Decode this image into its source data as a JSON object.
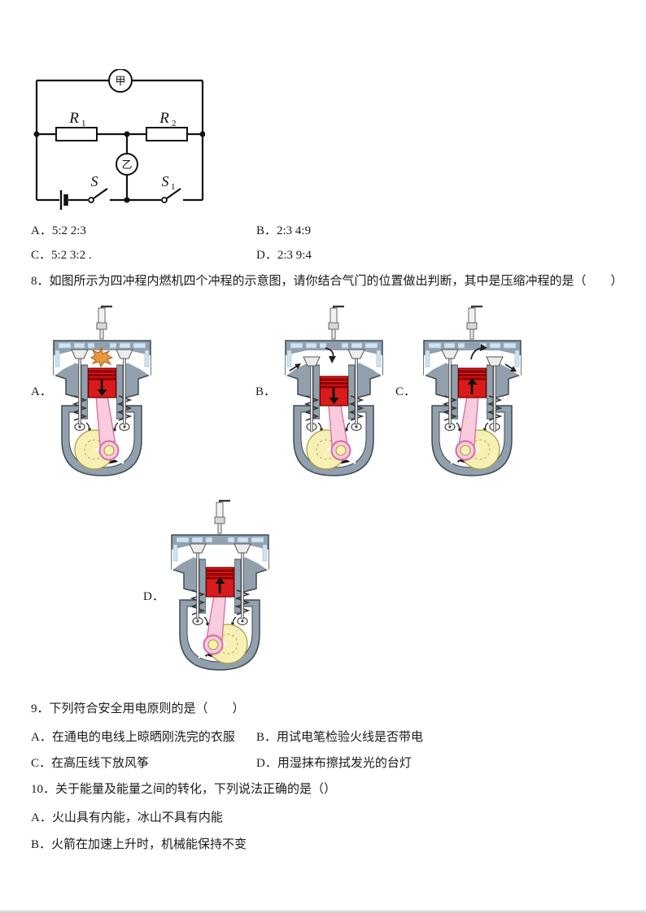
{
  "colors": {
    "page_bg": "#ffffff",
    "text": "#1a1a1a",
    "engine_gray": "#92a0ae",
    "engine_outline": "#3f4a54",
    "piston_red": "#da1b1b",
    "piston_ring_dark_red": "#8f0000",
    "rod_pink": "#f8cbdd",
    "rod_pink_outline": "#d873a8",
    "crank_yellow": "#f7f0b4",
    "coolant_blue": "#cfe4f2",
    "spark_orange": "#e8973f"
  },
  "question7": {
    "circuit": {
      "top_meter_label": "甲",
      "mid_meter_label": "乙",
      "resistor1_label": "R",
      "resistor1_sub": "1",
      "resistor2_label": "R",
      "resistor2_sub": "2",
      "switch_label": "S",
      "switch1_label": "S",
      "switch1_sub": "1"
    },
    "options": [
      {
        "label": "A．",
        "text": "5:2 2:3"
      },
      {
        "label": "B．",
        "text": "2:3 4:9"
      },
      {
        "label": "C．",
        "text": "5:2 3:2 ."
      },
      {
        "label": "D．",
        "text": "2:3 9:4"
      }
    ]
  },
  "question8": {
    "number_text": "8．如图所示为四冲程内燃机四个冲程的示意图，请你结合气门的位置做出判断，其中是压缩冲程的是（　　）",
    "engines": [
      {
        "label": "A．",
        "piston_arrow": "down",
        "valves": "both-closed",
        "spark": "spark-icon"
      },
      {
        "label": "B．",
        "piston_arrow": "down",
        "valves": "intake-open",
        "spark": ""
      },
      {
        "label": "C．",
        "piston_arrow": "up",
        "valves": "exhaust-open",
        "spark": ""
      },
      {
        "label": "D．",
        "piston_arrow": "up",
        "valves": "both-closed",
        "spark": ""
      }
    ]
  },
  "question9": {
    "number_text": "9．下列符合安全用电原则的是（　　）",
    "options": [
      {
        "label": "A．",
        "text": "在通电的电线上晾晒刚洗完的衣服"
      },
      {
        "label": "B．",
        "text": "用试电笔检验火线是否带电"
      },
      {
        "label": "C．",
        "text": "在高压线下放风筝"
      },
      {
        "label": "D．",
        "text": "用湿抹布擦拭发光的台灯"
      }
    ]
  },
  "question10": {
    "number_text": "10．关于能量及能量之间的转化，下列说法正确的是（）",
    "options": [
      {
        "label": "A．",
        "text": "火山具有内能，冰山不具有内能"
      },
      {
        "label": "B．",
        "text": "火箭在加速上升时，机械能保持不变"
      }
    ]
  }
}
